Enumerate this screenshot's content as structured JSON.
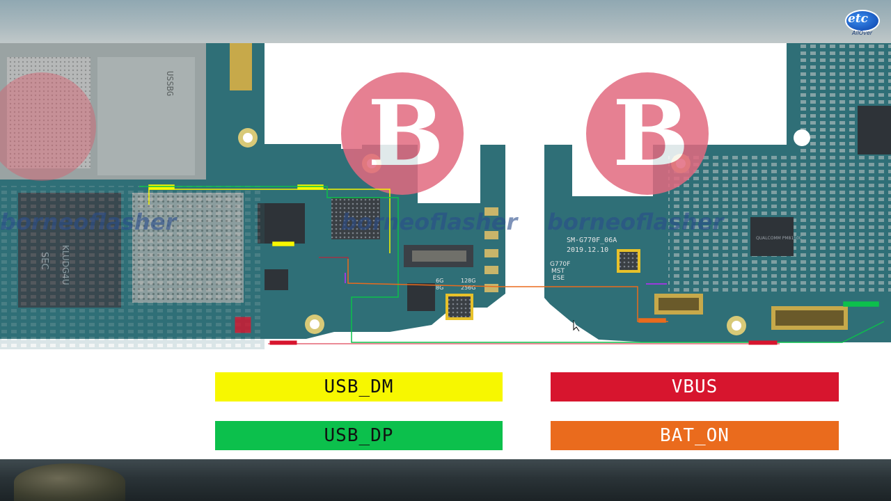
{
  "branding": {
    "channel_logo": "etc",
    "channel_logo_sub": "AllOver",
    "watermark_text": "borneoflasher"
  },
  "board": {
    "right_silkscreen_model": "SM-G770F_06A",
    "right_silkscreen_date": "2019.12.10",
    "right_silkscreen_code": "G770F",
    "right_silkscreen_mst": "MST",
    "right_silkscreen_ese": "ESE",
    "left_mem_label": "SEC",
    "left_mem_code": "KLUDG4U",
    "sim_label": "USSBG",
    "size_128": "128G",
    "size_256": "256G",
    "size_6g": "6G",
    "size_8g": "8G",
    "pmic_text": "QUALCOMM PM8150C"
  },
  "legend": {
    "usb_dm": "USB_DM",
    "usb_dp": "USB_DP",
    "vbus": "VBUS",
    "bat_on": "BAT_ON"
  },
  "colors": {
    "usb_dm": "#f7f700",
    "usb_dp": "#0cc04c",
    "vbus": "#d7152e",
    "bat_on": "#ea6b1d",
    "pcb": "#2f6f77"
  }
}
